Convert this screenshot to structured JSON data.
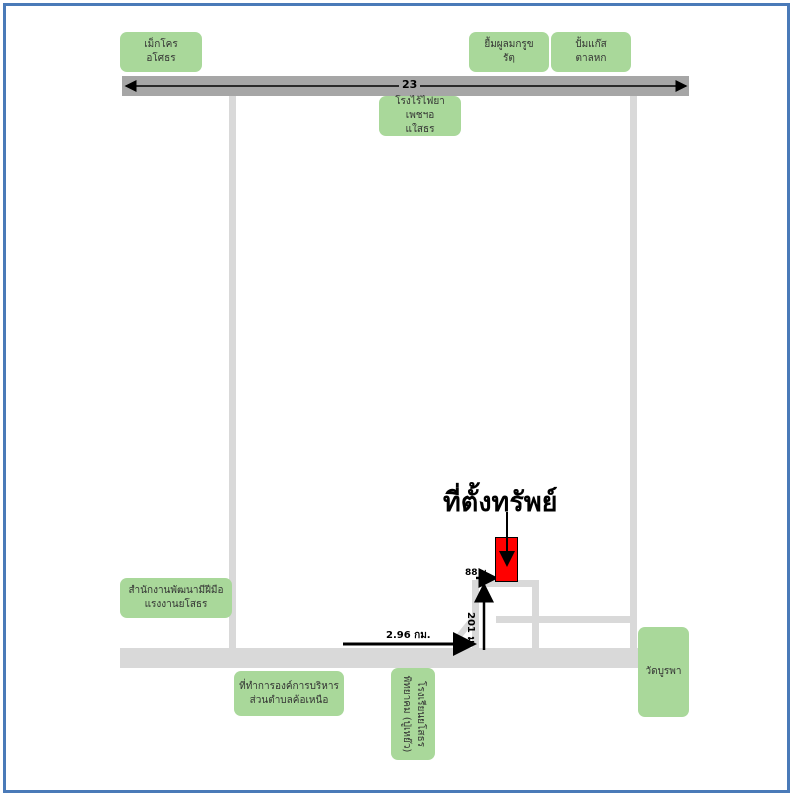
{
  "map": {
    "highway_number": "23",
    "property_label": "ที่ตั้งทรัพย์",
    "colors": {
      "border": "#4a7ab8",
      "highway": "#a6a6a6",
      "road": "#d9d9d9",
      "landmark": "#a9d89a",
      "property": "#ff0000"
    },
    "distances": {
      "main": "2.96 กม.",
      "side_vertical": "201 ม.",
      "side_horizontal": "88 ม."
    },
    "landmarks": {
      "top_left": "เม็กโคร\nอโศธร",
      "top_right1": "ยื้มผูลมกรูข\nรัตฺ",
      "top_right2": "ปั้มแก๊ส\nตาลหก",
      "under_highway": "โรงไร้ไฟยาเพชฯอ\nแใสธร",
      "left_mid": "สำนักงานพัฒนามีฝีมือ\nแรงงานยโสธร",
      "bottom_left": "ที่ทำการองค์การบริหาร\nส่วนตำบลค้อเหนือ",
      "bottom_vertical": "โรงเรียนยโสธร\nพิทยาคม (ปู่เหย๊ว)",
      "bottom_right": "วัดบูรพา"
    }
  }
}
